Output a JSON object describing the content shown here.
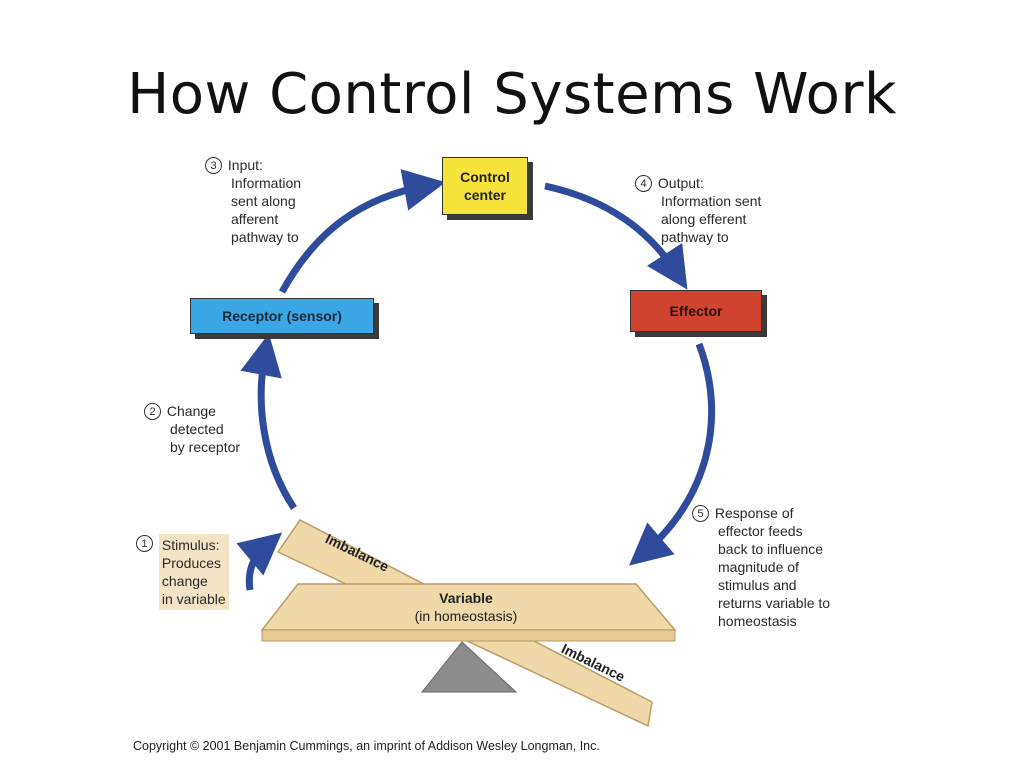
{
  "title": "How Control Systems Work",
  "boxes": {
    "control_center": "Control center",
    "receptor": "Receptor (sensor)",
    "effector": "Effector"
  },
  "steps": {
    "step1": {
      "num": "1",
      "lines": [
        "Stimulus:",
        "Produces",
        "change",
        "in variable"
      ]
    },
    "step2": {
      "num": "2",
      "lines": [
        "Change",
        "detected",
        "by receptor"
      ]
    },
    "step3": {
      "num": "3",
      "lines": [
        "Input:",
        "Information",
        "sent along",
        "afferent",
        "pathway to"
      ]
    },
    "step4": {
      "num": "4",
      "lines": [
        "Output:",
        "Information sent",
        "along efferent",
        "pathway to"
      ]
    },
    "step5": {
      "num": "5",
      "lines": [
        "Response of",
        "effector feeds",
        "back to influence",
        "magnitude of",
        "stimulus and",
        "returns variable to",
        "homeostasis"
      ]
    }
  },
  "seesaw": {
    "imbalance_top": "Imbalance",
    "imbalance_bottom": "Imbalance",
    "variable": "Variable",
    "variable_sub": "(in homeostasis)"
  },
  "colors": {
    "arrow": "#2e4b9c",
    "control_center": "#f7e339",
    "receptor": "#3aa7e4",
    "effector": "#d0432f",
    "board": "#f0d9a8",
    "fulcrum": "#8a8a8a"
  },
  "copyright": "Copyright © 2001 Benjamin Cummings, an imprint of Addison Wesley Longman, Inc."
}
